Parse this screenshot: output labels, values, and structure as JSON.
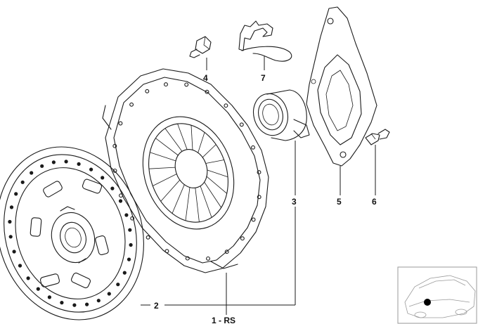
{
  "callouts": {
    "part_1": "1 - RS",
    "part_2": "2",
    "part_3": "3",
    "part_4": "4",
    "part_5": "5",
    "part_6": "6",
    "part_7": "7"
  },
  "icons": {
    "clutch_disc": "clutch-disc-icon",
    "pressure_plate": "pressure-plate-icon",
    "release_bearing": "release-bearing-icon",
    "bolt": "bolt-icon",
    "clip": "retaining-clip-icon",
    "guide_plate": "guide-plate-icon",
    "bleed_pin": "pin-icon",
    "vehicle_locator": "vehicle-locator-thumbnail"
  }
}
